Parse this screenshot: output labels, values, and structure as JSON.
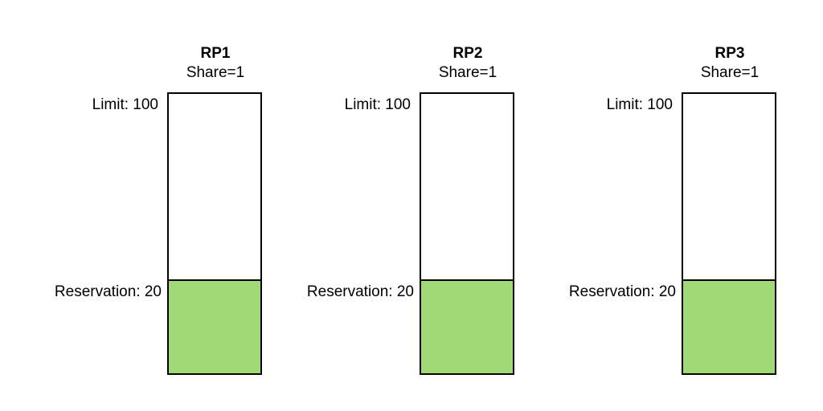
{
  "colors": {
    "reservation_fill": "#a2d977",
    "border": "#000000"
  },
  "pools": [
    {
      "name": "RP1",
      "share_text": "Share=1",
      "limit_label": "Limit: 100",
      "reservation_label": "Reservation: 20",
      "limit": 100,
      "reservation": 20
    },
    {
      "name": "RP2",
      "share_text": "Share=1",
      "limit_label": "Limit: 100",
      "reservation_label": "Reservation: 20",
      "limit": 100,
      "reservation": 20
    },
    {
      "name": "RP3",
      "share_text": "Share=1",
      "limit_label": "Limit: 100",
      "reservation_label": "Reservation: 20",
      "limit": 100,
      "reservation": 20
    }
  ]
}
